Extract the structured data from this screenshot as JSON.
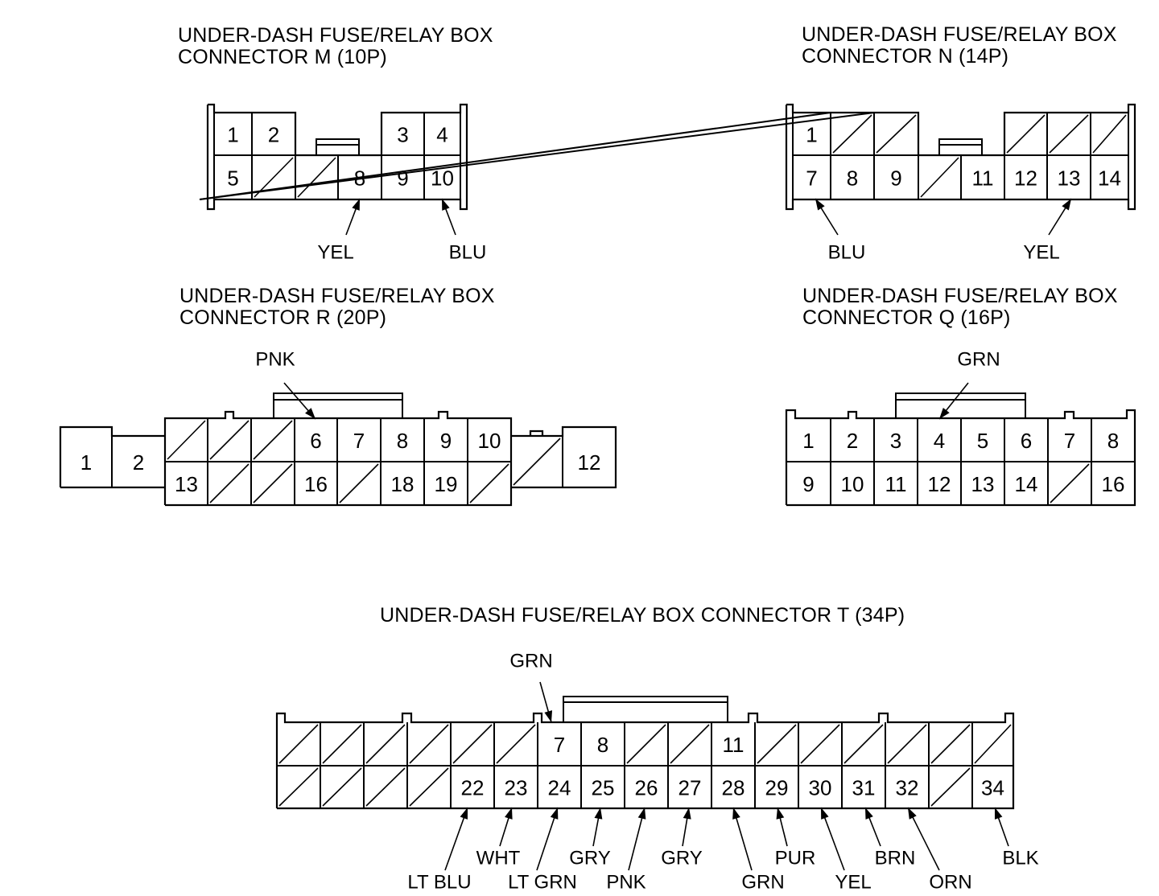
{
  "connectors": {
    "m": {
      "title": "UNDER-DASH FUSE/RELAY BOX\nCONNECTOR M (10P)",
      "terminals": [
        "1",
        "2",
        "3",
        "4",
        "5",
        "8",
        "9",
        "10"
      ],
      "wires": [
        {
          "terminal": "8",
          "color": "YEL"
        },
        {
          "terminal": "10",
          "color": "BLU"
        }
      ]
    },
    "n": {
      "title": "UNDER-DASH FUSE/RELAY BOX\nCONNECTOR N (14P)",
      "terminals": [
        "1",
        "7",
        "8",
        "9",
        "11",
        "12",
        "13",
        "14"
      ],
      "wires": [
        {
          "terminal": "7",
          "color": "BLU"
        },
        {
          "terminal": "13",
          "color": "YEL"
        }
      ]
    },
    "r": {
      "title": "UNDER-DASH FUSE/RELAY BOX\nCONNECTOR R (20P)",
      "terminals": [
        "1",
        "2",
        "6",
        "7",
        "8",
        "9",
        "10",
        "12",
        "13",
        "16",
        "18",
        "19"
      ],
      "wires": [
        {
          "terminal": "6",
          "color": "PNK"
        }
      ]
    },
    "q": {
      "title": "UNDER-DASH FUSE/RELAY BOX\nCONNECTOR Q (16P)",
      "terminals": [
        "1",
        "2",
        "3",
        "4",
        "5",
        "6",
        "7",
        "8",
        "9",
        "10",
        "11",
        "12",
        "13",
        "14",
        "16"
      ],
      "wires": [
        {
          "terminal": "4",
          "color": "GRN"
        }
      ]
    },
    "t": {
      "title": "UNDER-DASH FUSE/RELAY BOX CONNECTOR T (34P)",
      "terminals": [
        "7",
        "8",
        "11",
        "22",
        "23",
        "24",
        "25",
        "26",
        "27",
        "28",
        "29",
        "30",
        "31",
        "32",
        "34"
      ],
      "wires": [
        {
          "terminal": "7",
          "color": "GRN"
        },
        {
          "terminal": "22",
          "color": "LT BLU"
        },
        {
          "terminal": "23",
          "color": "WHT"
        },
        {
          "terminal": "24",
          "color": "LT GRN"
        },
        {
          "terminal": "25",
          "color": "GRY"
        },
        {
          "terminal": "26",
          "color": "PNK"
        },
        {
          "terminal": "27",
          "color": "GRY"
        },
        {
          "terminal": "28",
          "color": "GRN"
        },
        {
          "terminal": "29",
          "color": "PUR"
        },
        {
          "terminal": "30",
          "color": "YEL"
        },
        {
          "terminal": "31",
          "color": "BRN"
        },
        {
          "terminal": "32",
          "color": "ORN"
        },
        {
          "terminal": "34",
          "color": "BLK"
        }
      ]
    }
  }
}
